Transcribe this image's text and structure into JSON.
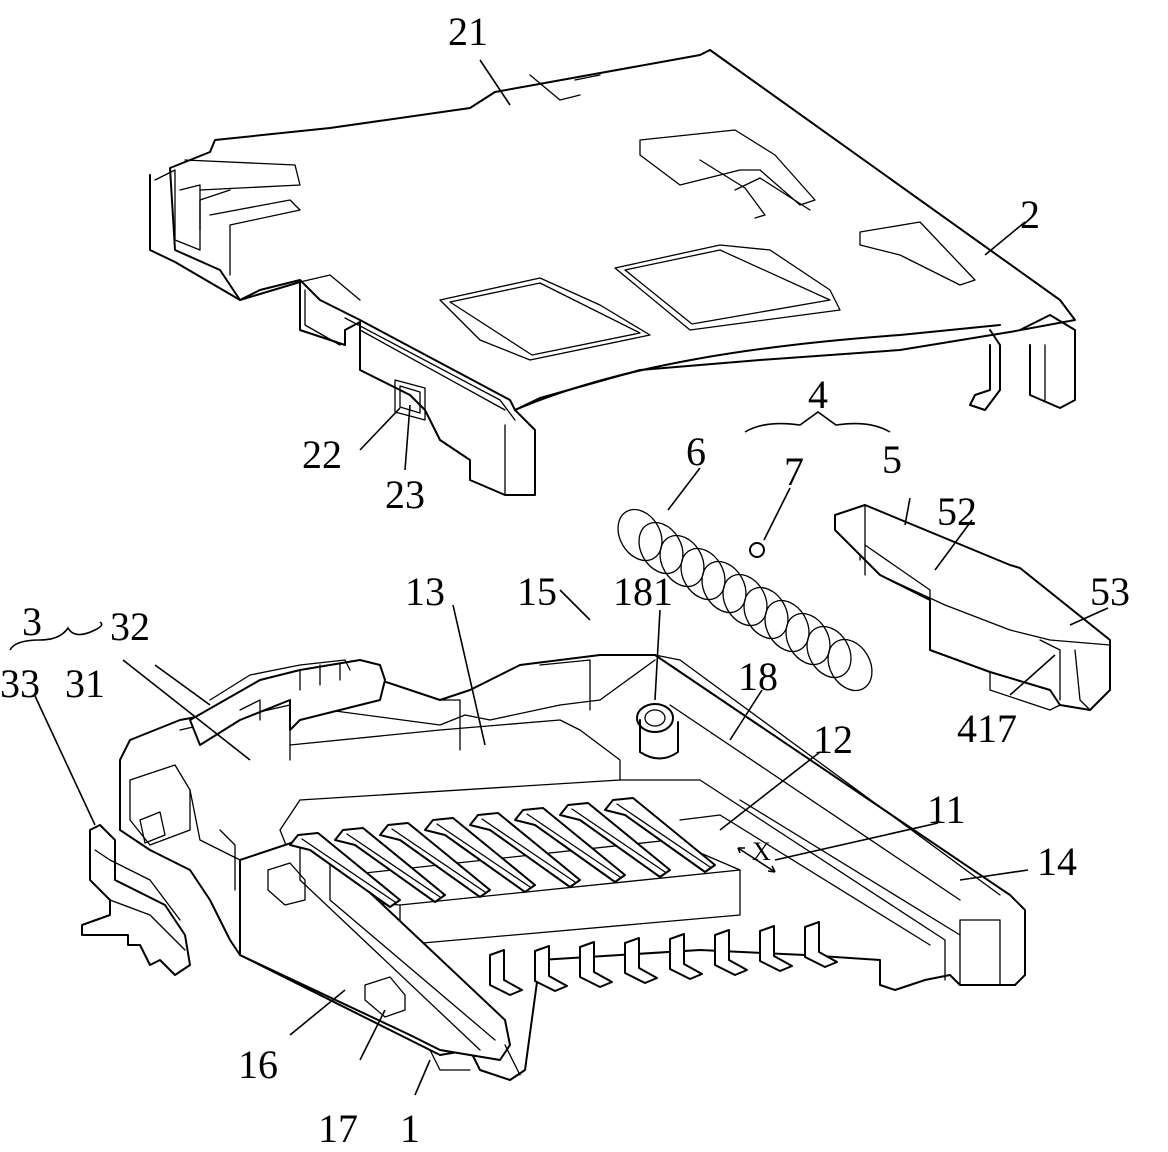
{
  "labels": {
    "l21": "21",
    "l2": "2",
    "l22": "22",
    "l23": "23",
    "l4": "4",
    "l6": "6",
    "l7": "7",
    "l5": "5",
    "l52": "52",
    "l53": "53",
    "l417": "417",
    "l3": "3",
    "l32": "32",
    "l31": "31",
    "l33": "33",
    "l13": "13",
    "l15": "15",
    "l181": "181",
    "l18": "18",
    "l12": "12",
    "l11": "11",
    "l14": "14",
    "l16": "16",
    "l17": "17",
    "l1": "1",
    "x": "X"
  }
}
